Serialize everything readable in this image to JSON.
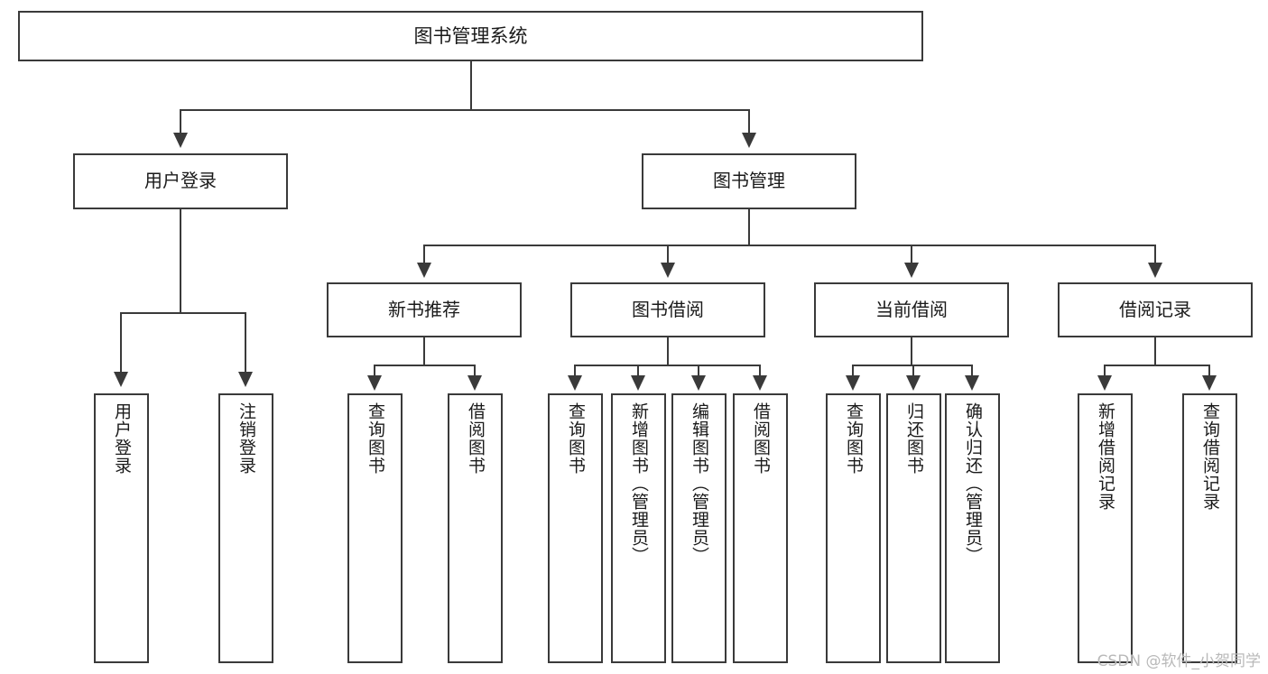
{
  "diagram": {
    "title": "图书管理系统",
    "type": "hierarchy-tree",
    "watermark": "CSDN @软件_小贺同学",
    "accent_color": "#3a3a3a",
    "background_color": "#ffffff",
    "root": {
      "label": "图书管理系统"
    },
    "level2": [
      {
        "label": "用户登录"
      },
      {
        "label": "图书管理"
      }
    ],
    "level3": [
      {
        "label": "新书推荐"
      },
      {
        "label": "图书借阅"
      },
      {
        "label": "当前借阅"
      },
      {
        "label": "借阅记录"
      }
    ],
    "leaves": {
      "user_login": [
        {
          "label": "用户登录"
        },
        {
          "label": "注销登录"
        }
      ],
      "new_book": [
        {
          "label": "查询图书"
        },
        {
          "label": "借阅图书"
        }
      ],
      "book_borrow": [
        {
          "label": "查询图书"
        },
        {
          "label": "新增图书（管理员）"
        },
        {
          "label": "编辑图书（管理员）"
        },
        {
          "label": "借阅图书"
        }
      ],
      "current_borrow": [
        {
          "label": "查询图书"
        },
        {
          "label": "归还图书"
        },
        {
          "label": "确认归还（管理员）"
        }
      ],
      "borrow_record": [
        {
          "label": "新增借阅记录"
        },
        {
          "label": "查询借阅记录"
        }
      ]
    }
  }
}
